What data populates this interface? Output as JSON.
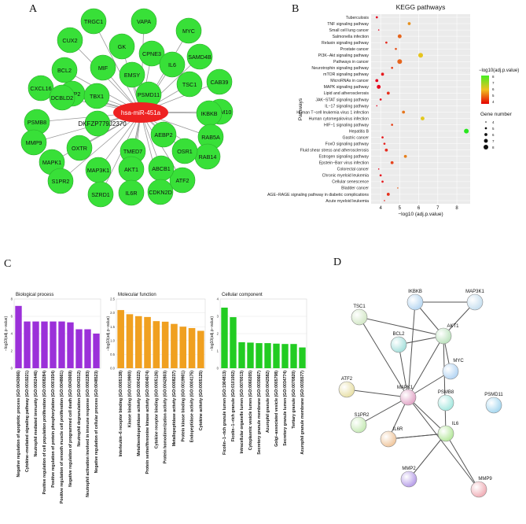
{
  "panels": {
    "a": "A",
    "b": "B",
    "c": "C",
    "d": "D"
  },
  "network": {
    "center": "hsa-miR-451a",
    "genes": [
      "TRGC1",
      "VAPA",
      "MYC",
      "CUX2",
      "GK",
      "CPNE3",
      "SAMD4B",
      "BCL2",
      "MIF",
      "EMSY",
      "IL6",
      "CAB39",
      "MMP2",
      "TSC1",
      "PSMD11",
      "CXCL16",
      "DCBLD2",
      "TBX1",
      "ADAM10",
      "IKBKB",
      "DKFZP779J2370",
      "PSMB8",
      "RAB5A",
      "AEBP2",
      "MMP9",
      "OXTR",
      "RAB14",
      "OSR1",
      "TMED7",
      "MAPK1",
      "ATF2",
      "ABCB1",
      "MAP3K1",
      "S1PR2",
      "AKT1",
      "CDKN2D",
      "SZRD1",
      "IL6R"
    ]
  },
  "chart_data": [
    {
      "type": "scatter",
      "title": "KEGG pathways",
      "xlabel": "−log10 (adj.p.value)",
      "ylabel": "Pathways",
      "xticks": [
        "4",
        "5",
        "6",
        "7",
        "8"
      ],
      "xlim": [
        3.5,
        8.7
      ],
      "categories": [
        "Tuberculosis",
        "TNF signaling pathway",
        "Small cell lung cancer",
        "Salmonella infection",
        "Relaxin signaling pathway",
        "Prostate cancer",
        "PI3K−Akt signaling pathway",
        "Pathways in cancer",
        "Neurotrophin signaling pathway",
        "mTOR signaling pathway",
        "MicroRNAs in cancer",
        "MAPK signaling pathway",
        "Lipid and atherosclerosis",
        "JAK−STAT signaling pathway",
        "IL−17 signaling pathway",
        "Human T−cell leukemia virus 1 infection",
        "Human cytomegalovirus infection",
        "HIF−1 signaling pathway",
        "Hepatitis B",
        "Gastric cancer",
        "FoxO signaling pathway",
        "Fluid shear stress and atherosclerosis",
        "Estrogen signaling pathway",
        "Epstein−Barr virus infection",
        "Colorectal cancer",
        "Chronic myeloid leukemia",
        "Cellular senescence",
        "Bladder cancer",
        "AGE−RAGE signaling pathway in diabetic complications",
        "Acute myeloid leukemia"
      ],
      "x": [
        3.8,
        5.5,
        3.9,
        5.0,
        4.3,
        4.8,
        6.1,
        5.0,
        4.6,
        4.1,
        3.8,
        3.9,
        4.4,
        4.0,
        3.8,
        5.2,
        6.2,
        4.6,
        8.5,
        4.1,
        4.2,
        4.3,
        5.3,
        4.6,
        3.9,
        4.0,
        4.1,
        4.9,
        4.4,
        4.2
      ],
      "gene_number": [
        5,
        6,
        4,
        7,
        5,
        5,
        8,
        8,
        5,
        6,
        6,
        7,
        6,
        5,
        4,
        6,
        7,
        5,
        8,
        5,
        5,
        6,
        6,
        6,
        4,
        5,
        5,
        4,
        6,
        4
      ],
      "legend_color_title": "−log10(adj.p.value)",
      "legend_color_ticks": [
        "8",
        "7",
        "6",
        "5",
        "4"
      ],
      "legend_size_title": "Gene number",
      "legend_size_ticks": [
        "4",
        "5",
        "6",
        "7",
        "8"
      ],
      "colors": {
        "high": "#33dd22",
        "low": "#e60000"
      }
    },
    {
      "type": "bar",
      "title": "Biological process",
      "ylabel": "−log10(adj.p−value)",
      "ylim": [
        0,
        8
      ],
      "yticks": [
        "8",
        "6",
        "4",
        "2",
        "0"
      ],
      "color": "#9b30d9",
      "categories": [
        "Negative regulation of apoptotic process (GO:0043066)",
        "Cytokine−mediated signaling pathway (GO:0019221)",
        "Neutrophil mediated immunity (GO:0002446)",
        "Positive regulation of cell population proliferation (GO:0008284)",
        "Positive regulation of protein phosphorylation (GO:0001934)",
        "Positive regulation of smooth muscle cell proliferation (GO:0048661)",
        "Negative regulation of programmed cell death (GO:0043069)",
        "Neutrophil degranulation (GO:0043312)",
        "Neutrophil activation involved in immune response (GO:0002283)",
        "Negative regulation of cellular process (GO:0048523)"
      ],
      "values": [
        7.2,
        5.4,
        5.4,
        5.4,
        5.4,
        5.4,
        5.3,
        4.5,
        4.5,
        4.0
      ]
    },
    {
      "type": "bar",
      "title": "Molecular function",
      "ylabel": "−log10(adj.p−value)",
      "ylim": [
        0,
        2.5
      ],
      "yticks": [
        "2.5",
        "2.0",
        "1.5",
        "1.0",
        "0.5",
        "0.0"
      ],
      "color": "#f0a020",
      "categories": [
        "Interleukin−6 receptor binding (GO:0005138)",
        "Kinase binding (GO:0019900)",
        "Metalloendopeptidase activity (GO:0004222)",
        "Protein serine/threonine kinase activity (GO:0004674)",
        "Cytokine receptor binding (GO:0005126)",
        "Protein homodimerization activity (GO:0042803)",
        "Metallopeptidase activity (GO:0008237)",
        "Protein kinase binding (GO:0019901)",
        "Endopeptidase activity (GO:0004175)",
        "Cytokine activity (GO:0005125)"
      ],
      "values": [
        2.1,
        1.95,
        1.88,
        1.85,
        1.7,
        1.68,
        1.6,
        1.5,
        1.45,
        1.35
      ]
    },
    {
      "type": "bar",
      "title": "Cellular component",
      "ylabel": "−log10(adj.p−value)",
      "ylim": [
        0,
        4
      ],
      "yticks": [
        "4",
        "3",
        "2",
        "1",
        "0"
      ],
      "color": "#22cc22",
      "categories": [
        "Ficolin−1−rich granule lumen (GO:1904813)",
        "Ficolin−1−rich granule (GO:0101002)",
        "Intracellular organelle lumen (GO:0070013)",
        "Cytoplasmic vesicle lumen (GO:0060205)",
        "Secretory granule membrane (GO:0030667)",
        "Azurophil granule (GO:0042582)",
        "Golgi−associated vesicle (GO:0005798)",
        "Secretory granule lumen (GO:0034774)",
        "Tertiary granule (GO:0070820)",
        "Azurophil granule membrane (GO:0035577)"
      ],
      "values": [
        3.5,
        2.95,
        1.5,
        1.48,
        1.45,
        1.45,
        1.42,
        1.4,
        1.4,
        1.2
      ]
    }
  ],
  "ppi": {
    "nodes": [
      "IKBKB",
      "MAP3K1",
      "TSC1",
      "AKT1",
      "BCL2",
      "MYC",
      "ATF2",
      "MAPK1",
      "PSMB8",
      "PSMD11",
      "S1PR2",
      "IL6R",
      "IL6",
      "MMP2",
      "MMP9"
    ]
  }
}
